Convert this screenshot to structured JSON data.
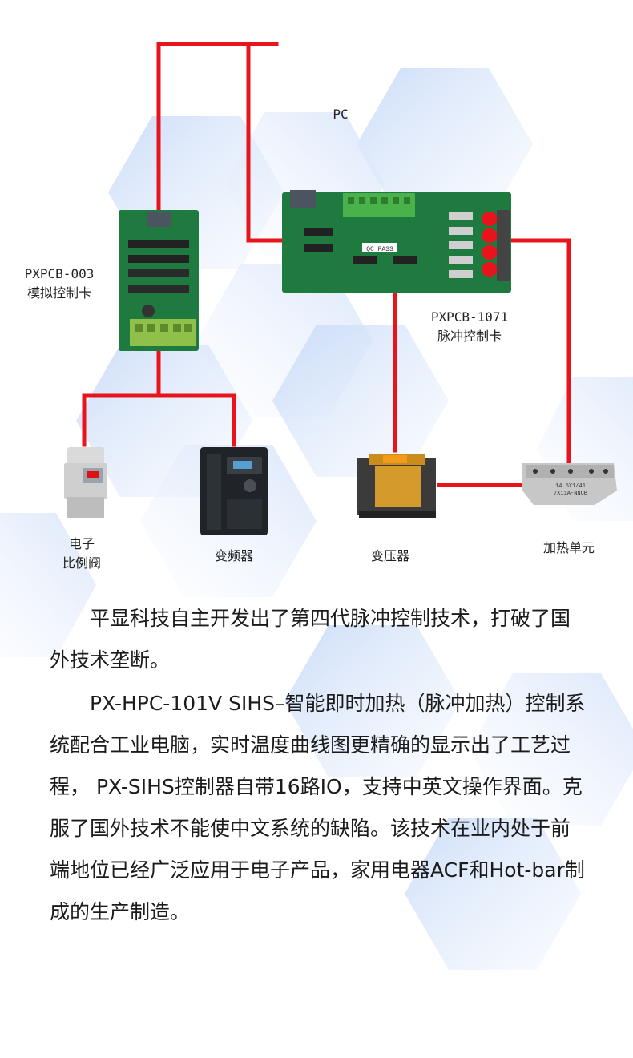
{
  "diagram": {
    "pc_label": "PC",
    "nodes": [
      {
        "id": "pxpcb003",
        "label_line1": "PXPCB-003",
        "label_line2": "模拟控制卡"
      },
      {
        "id": "pxpcb1071",
        "label_line1": "PXPCB-1071",
        "label_line2": "脉冲控制卡"
      },
      {
        "id": "valve",
        "label_line1": "电子",
        "label_line2": "比例阀"
      },
      {
        "id": "inverter",
        "label_line1": "变频器",
        "label_line2": ""
      },
      {
        "id": "transformer",
        "label_line1": "变压器",
        "label_line2": ""
      },
      {
        "id": "heater",
        "label_line1": "加热单元",
        "label_line2": ""
      }
    ],
    "board_marking": "QC PASS",
    "heater_marking_line1": "14.5X1/41",
    "heater_marking_line2": "7X11A-NNCB",
    "colors": {
      "wire": "#e8141c",
      "pcb": "#1e7a3e",
      "hex_light": "#dbe7fb",
      "hex_mid": "#b8cff3"
    }
  },
  "text": {
    "para1": "平显科技自主开发出了第四代脉冲控制技术，打破了国外技术垄断。",
    "para2": "PX-HPC-101V SIHS–智能即时加热（脉冲加热）控制系统配合工业电脑，实时温度曲线图更精确的显示出了工艺过程， PX-SIHS控制器自带16路IO，支持中英文操作界面。克服了国外技术不能使中文系统的缺陷。该技术在业内处于前端地位已经广泛应用于电子产品，家用电器ACF和Hot-bar制成的生产制造。"
  }
}
